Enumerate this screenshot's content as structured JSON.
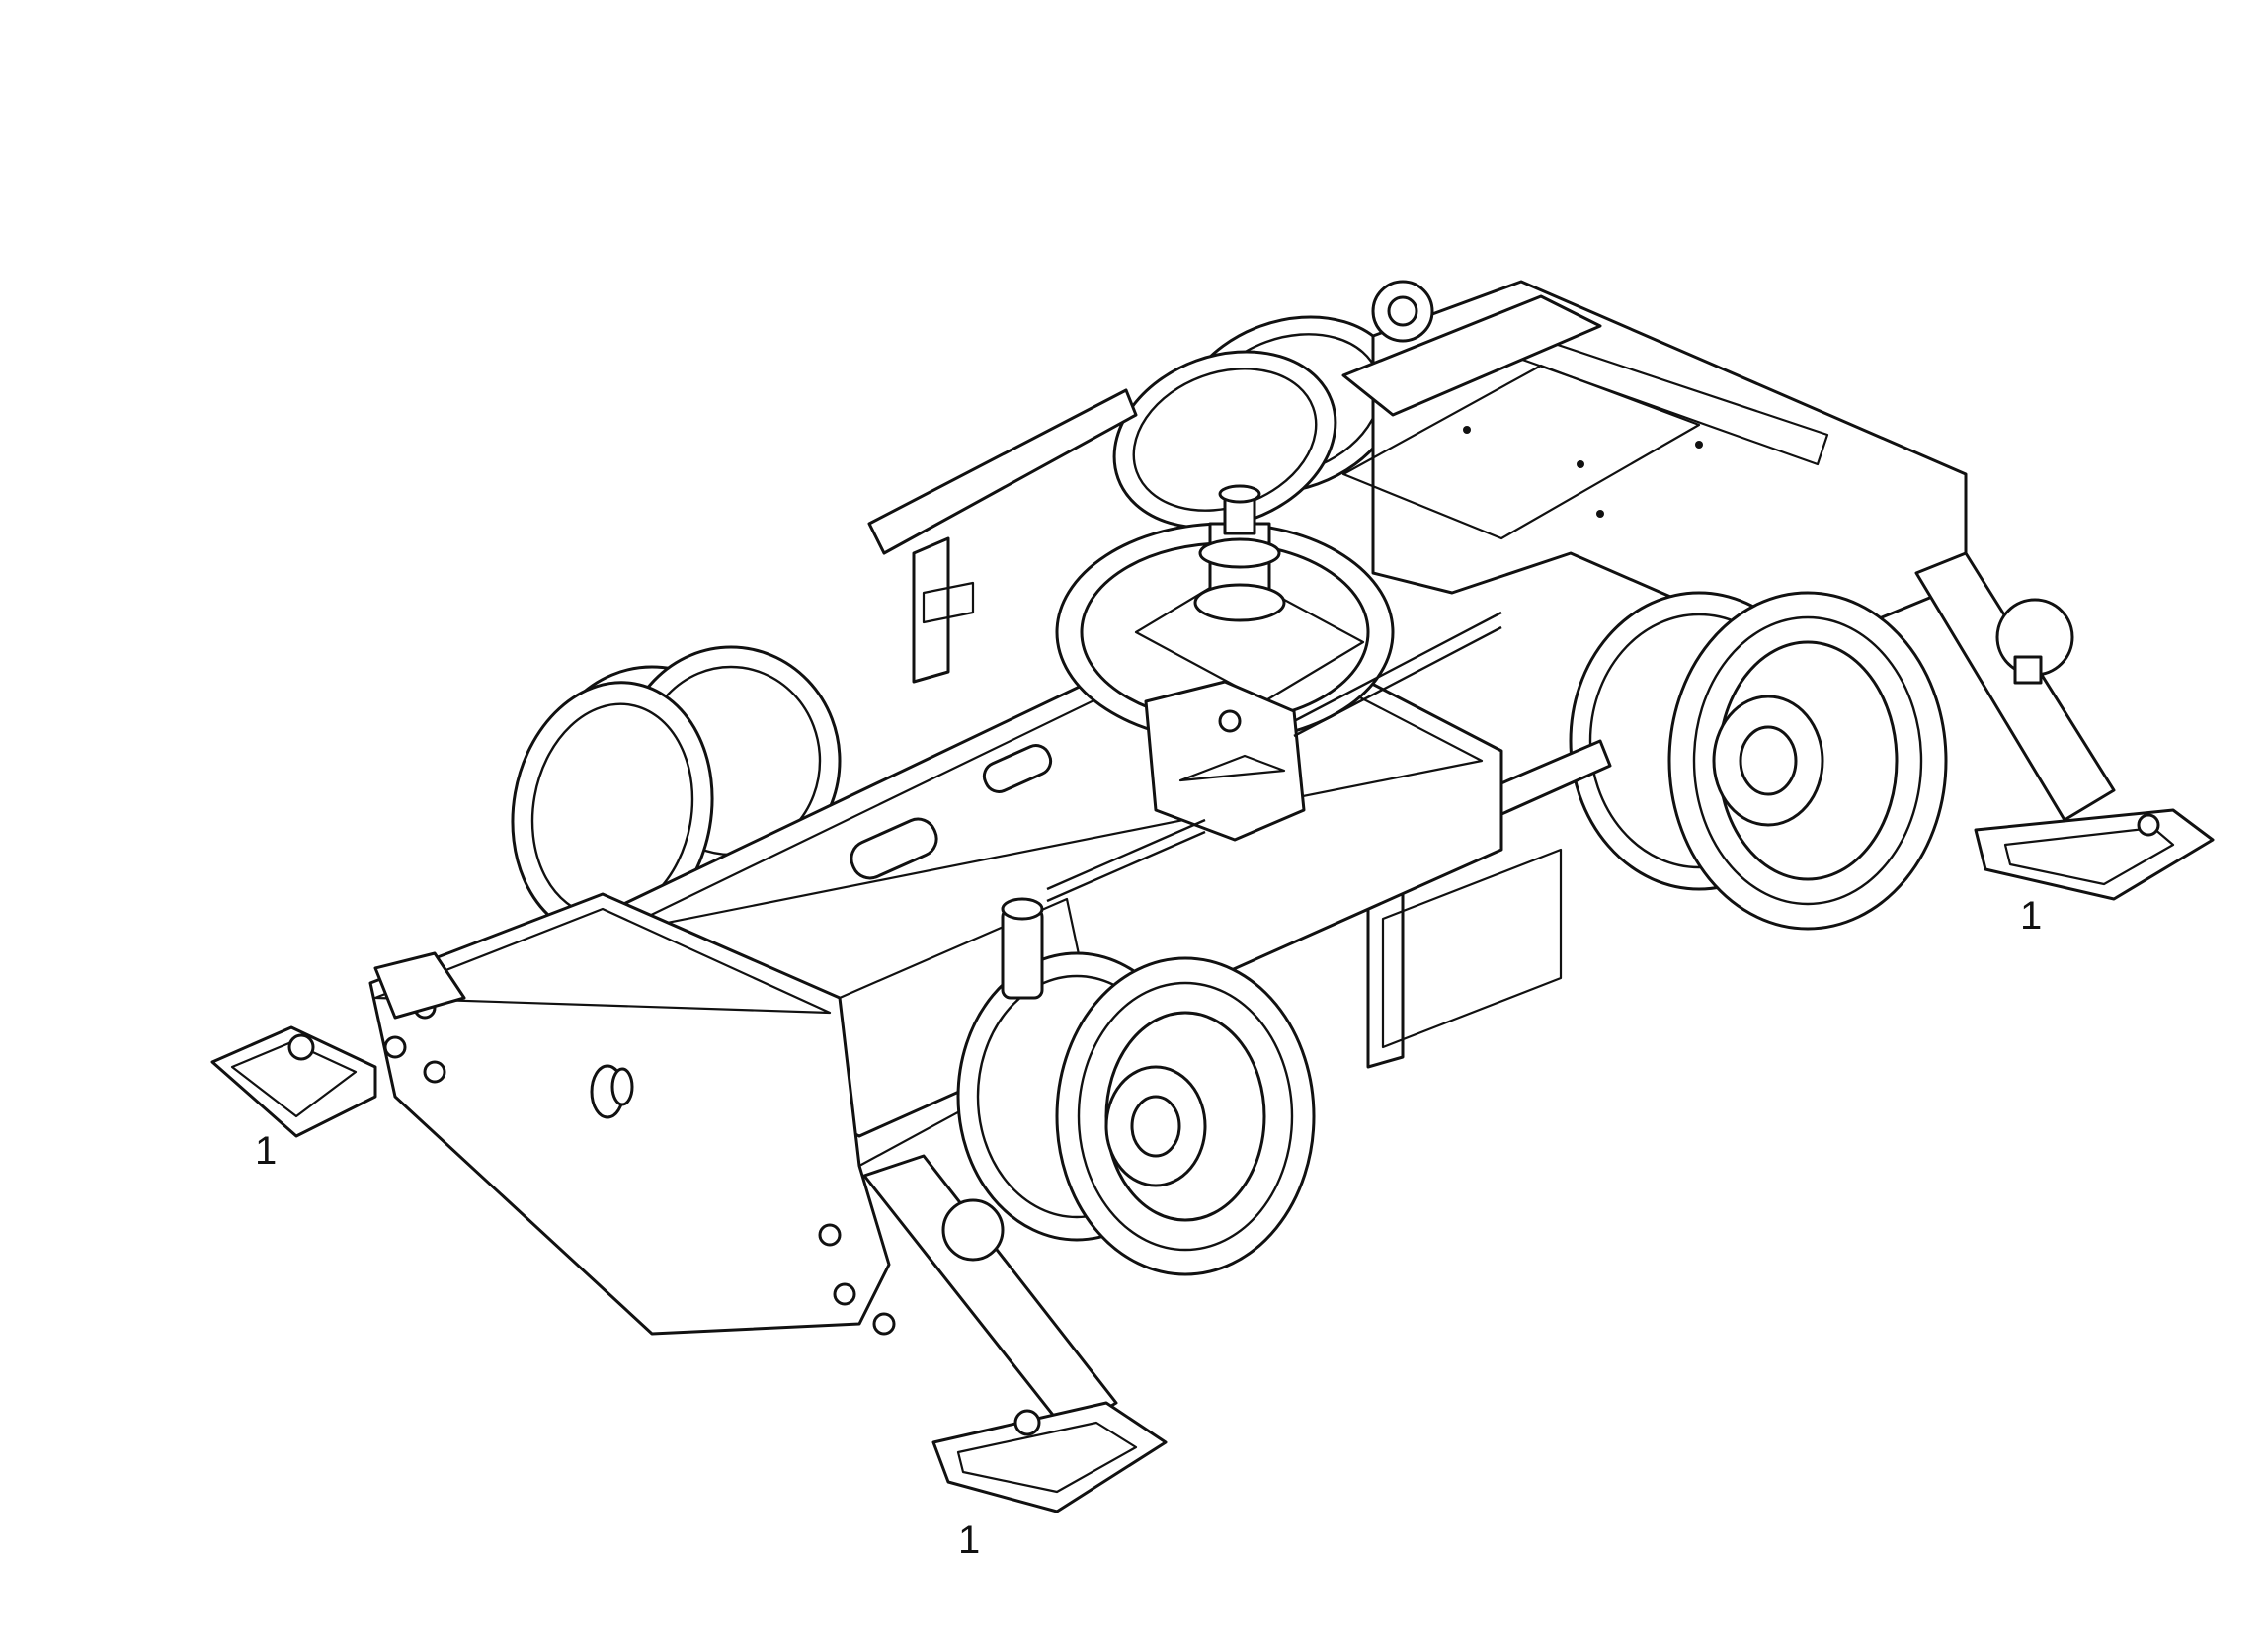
{
  "figure": {
    "callouts": [
      {
        "id": "outrigger-front-left",
        "label": "1"
      },
      {
        "id": "outrigger-front-right",
        "label": "1"
      },
      {
        "id": "outrigger-rear-right",
        "label": "1"
      }
    ]
  },
  "colors": {
    "ink": "#111111",
    "paper": "#ffffff"
  }
}
